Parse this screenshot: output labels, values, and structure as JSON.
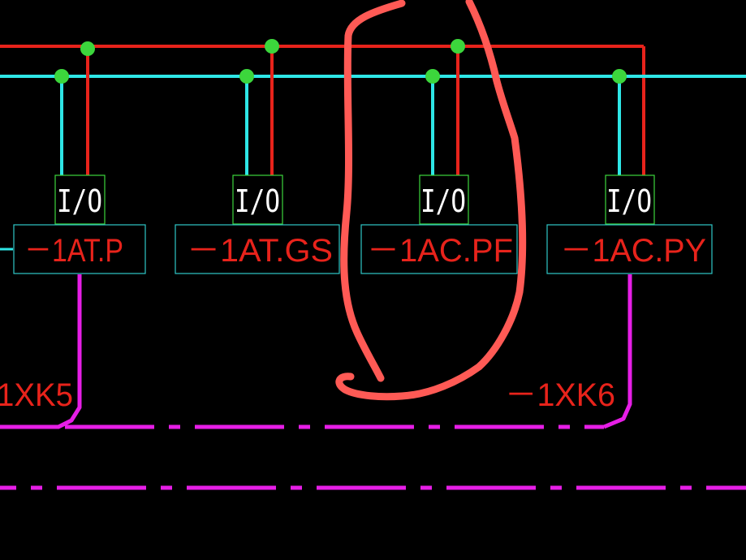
{
  "colors": {
    "background": "#000000",
    "red_bus": "#e8231b",
    "cyan_bus": "#2ee6e6",
    "node": "#3cd63c",
    "io_box": "#3cd63c",
    "tag_box": "#2ec8c8",
    "cable": "#e61ee6",
    "annotation": "#ff5a55",
    "io_text": "#ffffff",
    "tag_text": "#e8231b"
  },
  "modules": [
    {
      "io_label": "I/O",
      "tag": "－1AT.P"
    },
    {
      "io_label": "I/O",
      "tag": "－1AT.GS"
    },
    {
      "io_label": "I/O",
      "tag": "－1AC.PF"
    },
    {
      "io_label": "I/O",
      "tag": "－1AC.PY"
    }
  ],
  "cables": [
    {
      "label": "1XK5"
    },
    {
      "label": "－1XK6"
    }
  ],
  "annotation": {
    "shape": "hand-drawn loop",
    "highlights": "－1AC.PF"
  }
}
